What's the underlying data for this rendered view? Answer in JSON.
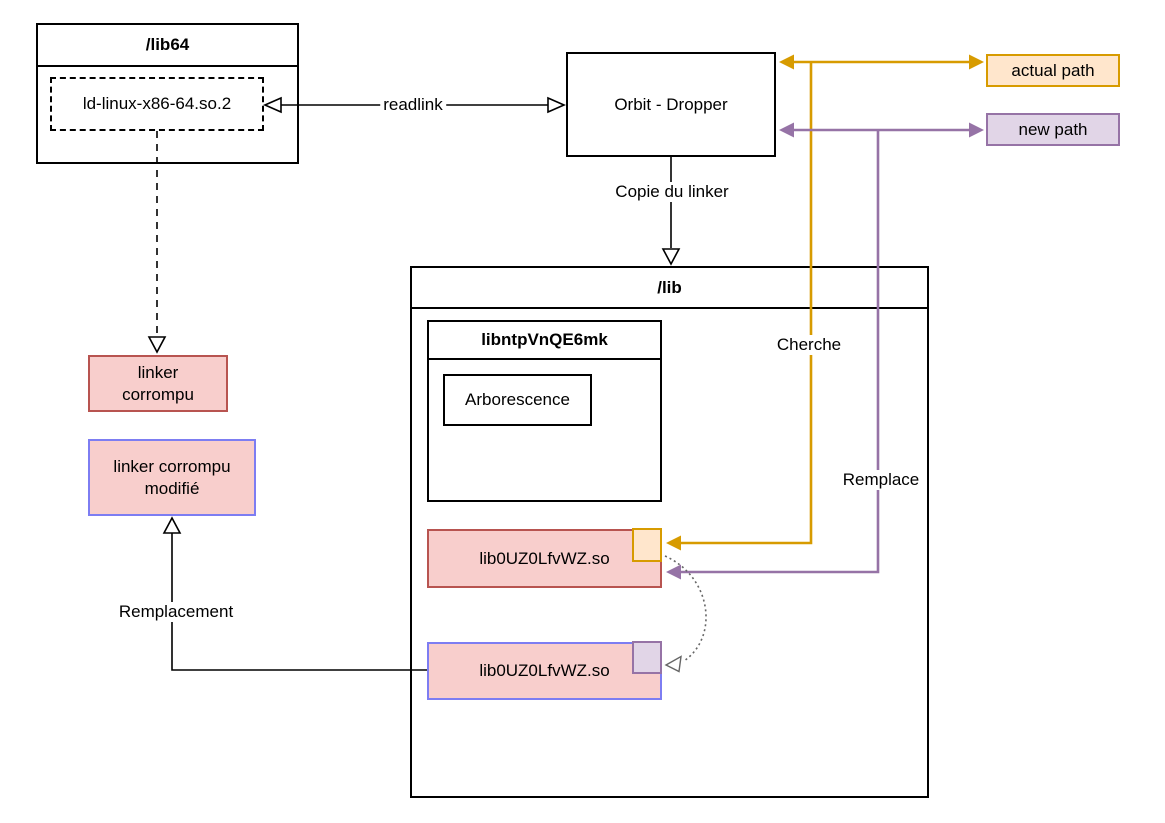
{
  "colors": {
    "orange_stroke": "#d79b00",
    "orange_fill": "#ffe6cc",
    "purple_stroke": "#9673a6",
    "purple_fill": "#e1d5e7",
    "red_stroke": "#b85450",
    "red_fill": "#f8cecc",
    "violet_stroke": "#7d7df2",
    "line_black": "#000000",
    "dotted_gray": "#666666"
  },
  "lib64": {
    "title": "/lib64",
    "linker": "ld-linux-x86-64.so.2"
  },
  "dropper": {
    "label": "Orbit - Dropper"
  },
  "paths": {
    "actual": "actual path",
    "new": "new path"
  },
  "lib": {
    "title": "/lib",
    "hidden_dir": {
      "title": "libntpVnQE6mk",
      "content": "Arborescence"
    },
    "lib_hijacked": "lib0UZ0LfvWZ.so",
    "lib_modified": "lib0UZ0LfvWZ.so"
  },
  "left": {
    "linker_corrupted": "linker\ncorrompu",
    "linker_modified": "linker corrompu\nmodifié"
  },
  "edges": {
    "readlink": "readlink",
    "copy": "Copie du linker",
    "search": "Cherche",
    "replace": "Remplace",
    "replacement": "Remplacement"
  }
}
